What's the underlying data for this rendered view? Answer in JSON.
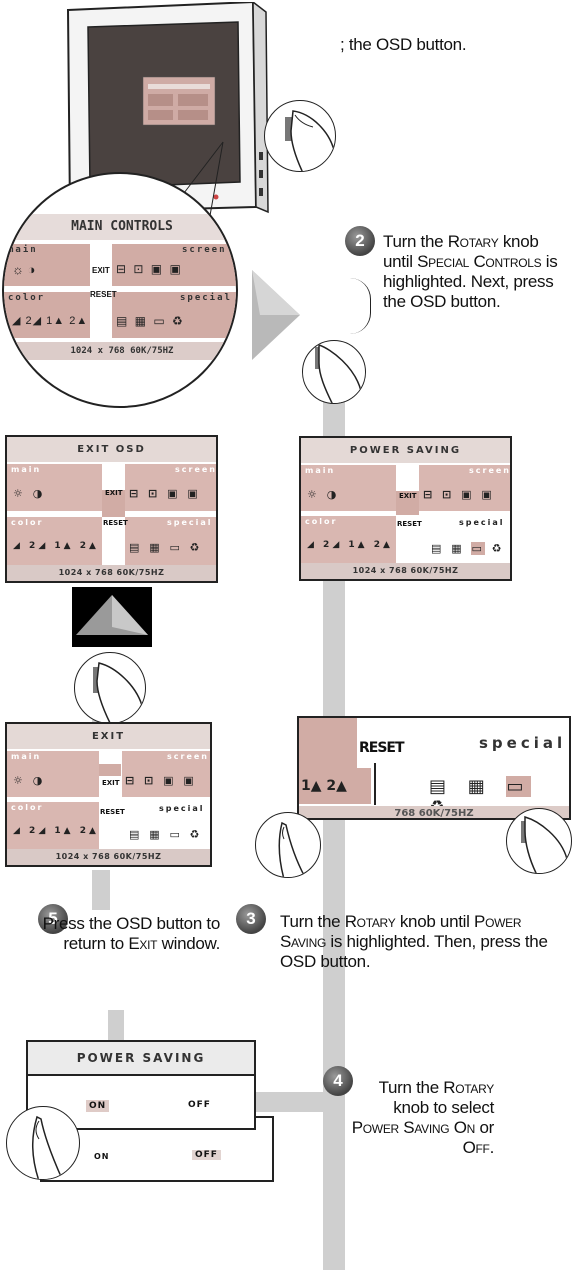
{
  "step1": {
    "text": "; the OSD button."
  },
  "step2": {
    "number": "2",
    "t1": "Turn the ",
    "t2": "Rotary",
    "t3": " knob until ",
    "t4": "Special Controls",
    "t5": " is highlighted. Next, press the OSD button."
  },
  "step3": {
    "number": "3",
    "t1": "Turn the ",
    "t2": "Rotary",
    "t3": " knob until ",
    "t4": "Power Saving",
    "t5": " is highlighted. Then, press the OSD button."
  },
  "step4": {
    "number": "4",
    "t1": "Turn the ",
    "t2": "Rotary",
    "t3": " knob to select ",
    "t4": "Power Saving",
    "t5": " ",
    "t6": "On",
    "t7": " or ",
    "t8": "Off",
    "t9": "."
  },
  "step5": {
    "number": "5",
    "t1": "Press the OSD button to return to ",
    "t2": "Exit",
    "t3": " window."
  },
  "zoom_panel": {
    "title": "MAIN CONTROLS",
    "main": "main",
    "screen": "screen",
    "color": "color",
    "special": "special",
    "exit": "EXIT",
    "reset": "RESET",
    "footer": "1024 x 768   60K/75HZ"
  },
  "panel_exit_osd": {
    "title": "EXIT OSD",
    "main": "main",
    "screen": "screen",
    "color": "color",
    "special": "special",
    "exit": "EXIT",
    "reset": "RESET",
    "footer": "1024 x 768   60K/75HZ"
  },
  "panel_power1": {
    "title": "POWER SAVING",
    "main": "main",
    "screen": "screen",
    "color": "color",
    "special": "special",
    "exit": "EXIT",
    "reset": "RESET",
    "footer": "1024 x 768   60K/75HZ"
  },
  "panel_exit": {
    "title": "EXIT",
    "main": "main",
    "screen": "screen",
    "color": "color",
    "special": "special",
    "exit": "EXIT",
    "reset": "RESET",
    "footer": "1024 x 768   60K/75HZ"
  },
  "panel_zoom_special": {
    "reset": "RESET",
    "special": "special",
    "footer": "768   60K/75HZ"
  },
  "power_panel": {
    "title": "POWER SAVING",
    "on": "ON",
    "off": "OFF",
    "on2": "ON",
    "off2": "OFF"
  }
}
